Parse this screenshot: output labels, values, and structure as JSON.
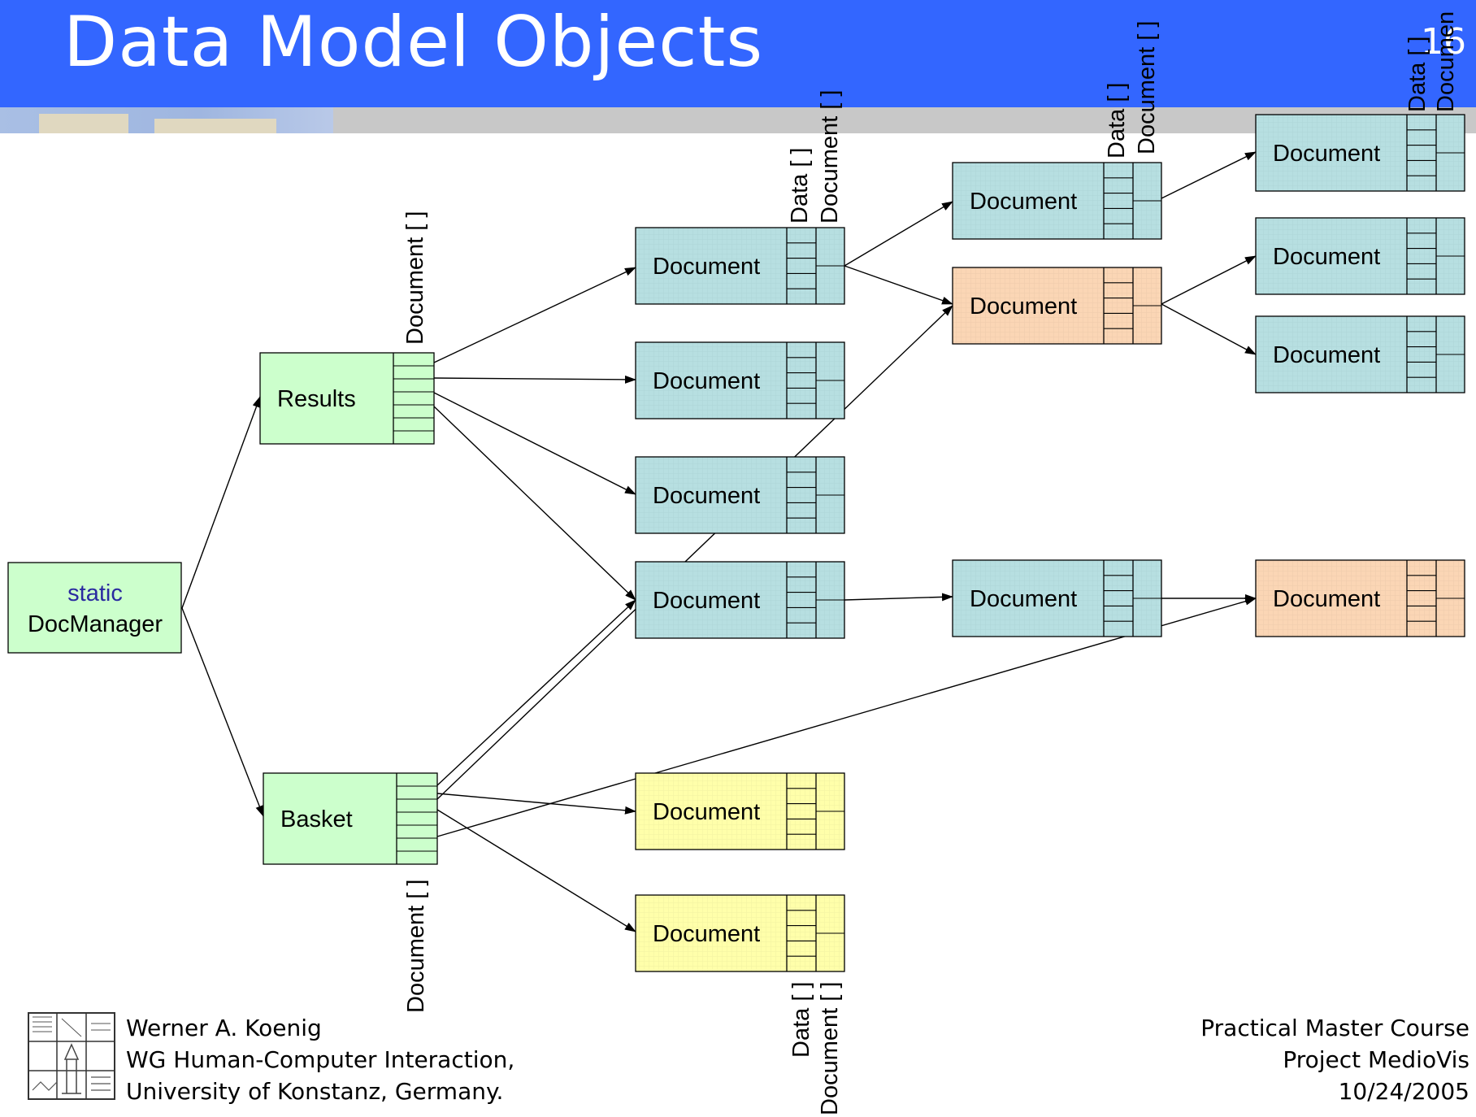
{
  "slide": {
    "title": "Data Model Objects",
    "page_number": "16"
  },
  "colors": {
    "header": "#3366ff",
    "green": "#ccffcc",
    "teal": "#b7dfe1",
    "orange": "#fbd6b5",
    "yellow": "#ffffaa"
  },
  "diagram": {
    "manager": {
      "static_label": "static",
      "name": "DocManager"
    },
    "results": {
      "name": "Results",
      "field_label": "Document [ ]"
    },
    "basket": {
      "name": "Basket",
      "field_label": "Document [ ]"
    },
    "document_label": "Document",
    "data_field_label": "Data [ ]",
    "doc_field_label": "Document [ ]",
    "top_right_labels": {
      "data": "Data [ ]",
      "document": "Documen"
    }
  },
  "footer": {
    "author": "Werner A. Koenig",
    "group": "WG Human-Computer Interaction,",
    "university": "University of Konstanz, Germany.",
    "course": "Practical Master Course",
    "project": "Project MedioVis",
    "date": "10/24/2005"
  }
}
